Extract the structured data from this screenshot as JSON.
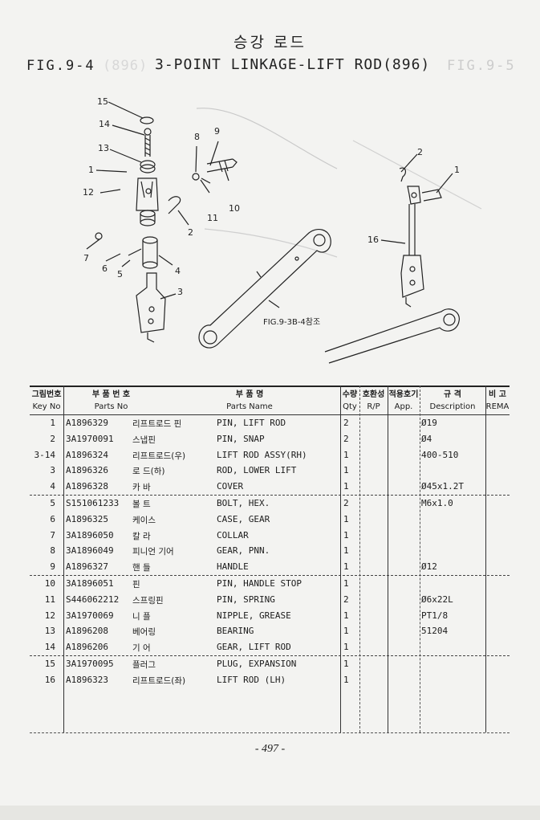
{
  "header": {
    "title_ko": "승강 로드",
    "fig_no": "FIG.9-4",
    "fig_title": "3-POINT LINKAGE-LIFT ROD(896)",
    "ghost_fig": "FIG.9-5",
    "ghost_title": "(896)"
  },
  "diagram": {
    "callouts": [
      "15",
      "14",
      "13",
      "1",
      "12",
      "9",
      "8",
      "11",
      "10",
      "2",
      "7",
      "6",
      "5",
      "4",
      "3",
      "2",
      "1",
      "16"
    ],
    "reference_label": "FIG.9-3B-4참조"
  },
  "table": {
    "headers": [
      {
        "ko": "그림번호",
        "en": "Key No"
      },
      {
        "ko": "부 품 번 호",
        "en": "Parts No"
      },
      {
        "ko": "부   품   명",
        "en": "Parts Name"
      },
      {
        "ko": "수량",
        "en": "Qty"
      },
      {
        "ko": "호환성",
        "en": "R/P"
      },
      {
        "ko": "적용호기",
        "en": "App."
      },
      {
        "ko": "규   격",
        "en": "Description"
      },
      {
        "ko": "비 고",
        "en": "REMA"
      }
    ],
    "rows": [
      {
        "key": "1",
        "part_no": "A1896329",
        "name_ko": "리프트로드 핀",
        "name_en": "PIN, LIFT ROD",
        "qty": "2",
        "desc": "Ø19"
      },
      {
        "key": "2",
        "part_no": "3A1970091",
        "name_ko": "스냅핀",
        "name_en": "PIN, SNAP",
        "qty": "2",
        "desc": "Ø4"
      },
      {
        "key": "3-14",
        "part_no": "A1896324",
        "name_ko": "리프트로드(우)",
        "name_en": "LIFT ROD ASSY(RH)",
        "qty": "1",
        "desc": "400-510"
      },
      {
        "key": "3",
        "part_no": "A1896326",
        "name_ko": "로 드(하)",
        "name_en": "ROD, LOWER LIFT",
        "qty": "1",
        "desc": ""
      },
      {
        "key": "4",
        "part_no": "A1896328",
        "name_ko": "카 바",
        "name_en": "COVER",
        "qty": "1",
        "desc": "Ø45x1.2T"
      },
      {
        "key": "5",
        "part_no": "S151061233",
        "name_ko": "볼 트",
        "name_en": "BOLT, HEX.",
        "qty": "2",
        "desc": "M6x1.0"
      },
      {
        "key": "6",
        "part_no": "A1896325",
        "name_ko": "케이스",
        "name_en": "CASE, GEAR",
        "qty": "1",
        "desc": ""
      },
      {
        "key": "7",
        "part_no": "3A1896050",
        "name_ko": "칼 라",
        "name_en": "COLLAR",
        "qty": "1",
        "desc": ""
      },
      {
        "key": "8",
        "part_no": "3A1896049",
        "name_ko": "피니언 기어",
        "name_en": "GEAR, PNN.",
        "qty": "1",
        "desc": ""
      },
      {
        "key": "9",
        "part_no": "A1896327",
        "name_ko": "핸 들",
        "name_en": "HANDLE",
        "qty": "1",
        "desc": "Ø12"
      },
      {
        "key": "10",
        "part_no": "3A1896051",
        "name_ko": "핀",
        "name_en": "PIN, HANDLE STOP",
        "qty": "1",
        "desc": ""
      },
      {
        "key": "11",
        "part_no": "S446062212",
        "name_ko": "스프링핀",
        "name_en": "PIN, SPRING",
        "qty": "2",
        "desc": "Ø6x22L"
      },
      {
        "key": "12",
        "part_no": "3A1970069",
        "name_ko": "니 플",
        "name_en": "NIPPLE, GREASE",
        "qty": "1",
        "desc": "PT1/8"
      },
      {
        "key": "13",
        "part_no": "A1896208",
        "name_ko": "베어링",
        "name_en": "BEARING",
        "qty": "1",
        "desc": "51204"
      },
      {
        "key": "14",
        "part_no": "A1896206",
        "name_ko": "기 어",
        "name_en": "GEAR, LIFT ROD",
        "qty": "1",
        "desc": ""
      },
      {
        "key": "15",
        "part_no": "3A1970095",
        "name_ko": "플러그",
        "name_en": "PLUG, EXPANSION",
        "qty": "1",
        "desc": ""
      },
      {
        "key": "16",
        "part_no": "A1896323",
        "name_ko": "리프트로드(좌)",
        "name_en": "LIFT ROD (LH)",
        "qty": "1",
        "desc": ""
      }
    ]
  },
  "footer": {
    "page_number": "- 497 -"
  }
}
